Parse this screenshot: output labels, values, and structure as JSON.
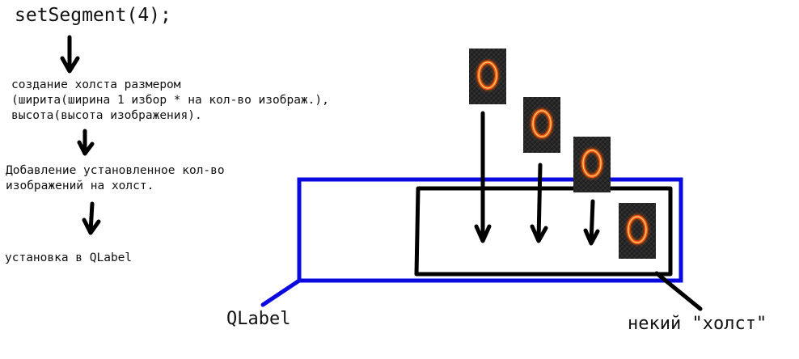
{
  "title": "setSegment(4);",
  "steps": [
    "создание холста размером\n(ширита(ширина 1 избор * на кол-во изображ.),\nвысота(высота изображения).",
    "Добавление установленное кол-во\nизображений на холст.",
    "установка в QLabel"
  ],
  "labels": {
    "qlabel": "QLabel",
    "canvas": "некий \"холст\""
  },
  "digit_tiles": [
    "0",
    "0",
    "0",
    "0"
  ],
  "colors": {
    "qlabel_frame": "#0a0ae0",
    "canvas_frame": "#000000",
    "arrow": "#000000",
    "tile_bg": "#2a2a2a",
    "digit_glow": "#ff6a1a"
  }
}
